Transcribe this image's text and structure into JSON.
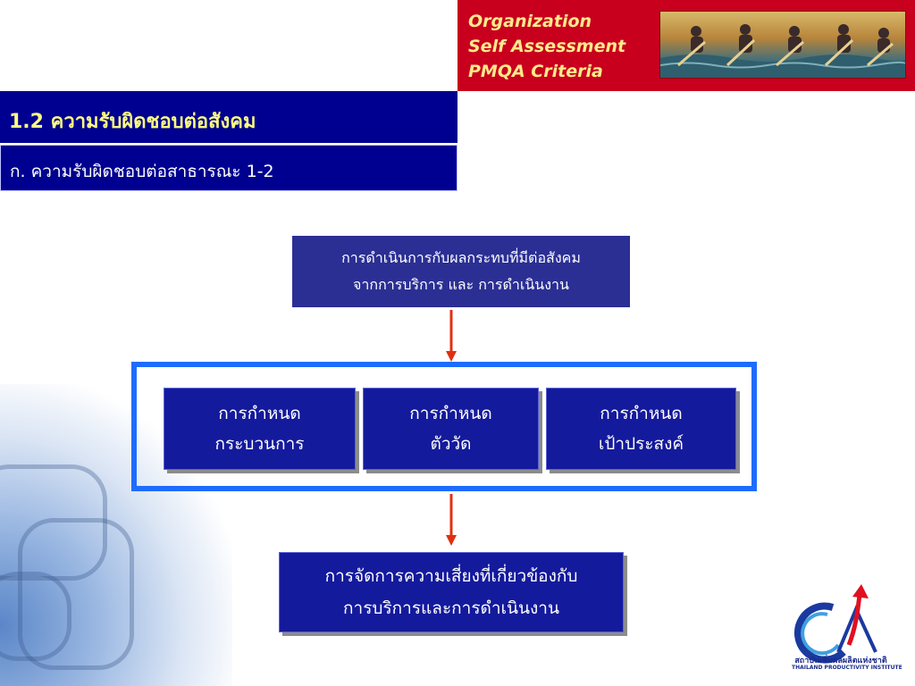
{
  "header": {
    "line1": "Organization",
    "line2": "Self Assessment",
    "line3": "PMQA Criteria"
  },
  "title": "1.2 ความรับผิดชอบต่อสังคม",
  "subtitle": "ก. ความรับผิดชอบต่อสาธารณะ  1-2",
  "diagram": {
    "top_box": {
      "line1": "การดำเนินการกับผลกระทบที่มีต่อสังคม",
      "line2": "จากการบริการ และ การดำเนินงาน"
    },
    "middle_boxes": [
      {
        "line1": "การกำหนด",
        "line2": "กระบวนการ"
      },
      {
        "line1": "การกำหนด",
        "line2": "ตัววัด"
      },
      {
        "line1": "การกำหนด",
        "line2": "เป้าประสงค์"
      }
    ],
    "bottom_box": {
      "line1": "การจัดการความเสี่ยงที่เกี่ยวข้องกับ",
      "line2": "การบริการและการดำเนินงาน"
    }
  },
  "logo": {
    "text_th": "สถาบันเพิ่มผลผลิตแห่งชาติ",
    "text_en": "THAILAND PRODUCTIVITY INSTITUTE"
  },
  "colors": {
    "header_red": "#c8001e",
    "header_text": "#ffea8c",
    "title_bar": "#000090",
    "box_blue": "#141a9c",
    "frame_blue": "#1e6cff",
    "arrow_red": "#e03010"
  }
}
